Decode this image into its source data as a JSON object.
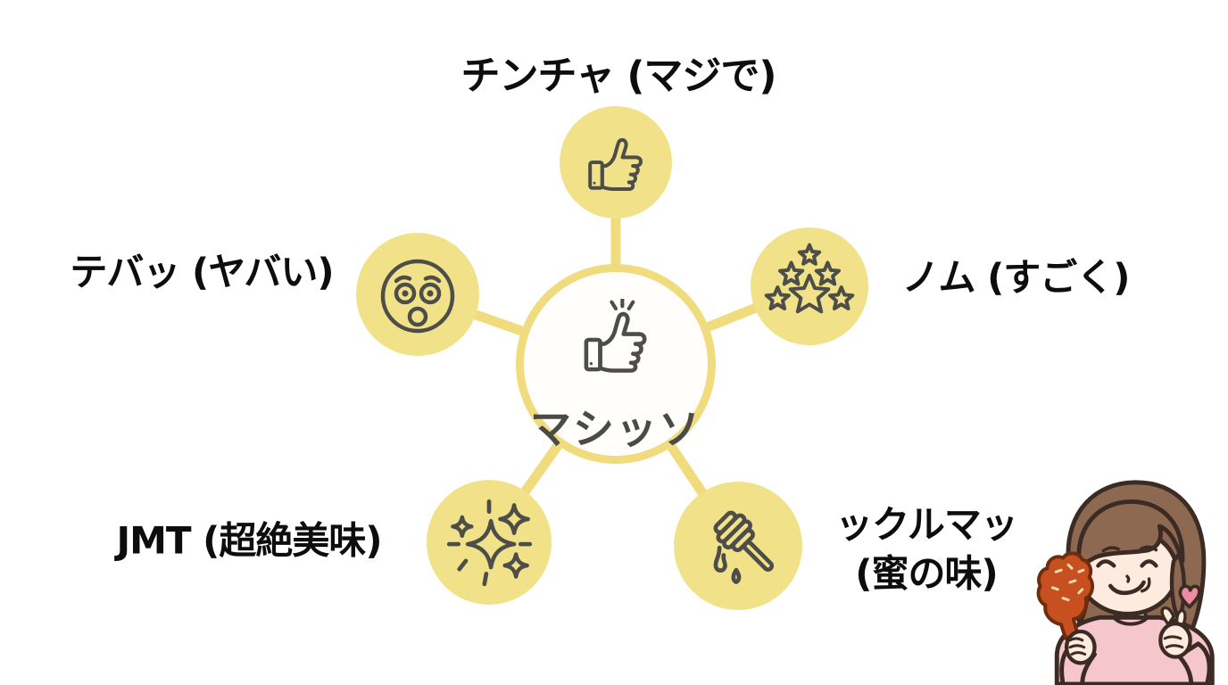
{
  "diagram": {
    "center": {
      "label": "マシッソ",
      "icon": "thumbs-up-click-icon"
    },
    "nodes": [
      {
        "label": "チンチャ (マジで)",
        "icon": "thumbs-up-icon",
        "position": "top"
      },
      {
        "label": "テバッ (ヤバい)",
        "icon": "surprised-face-icon",
        "position": "left"
      },
      {
        "label": "ノム (すごく)",
        "icon": "star-cluster-icon",
        "position": "right"
      },
      {
        "label": "JMT (超絶美味)",
        "icon": "sparkles-icon",
        "position": "bottom-left"
      },
      {
        "label": "ックルマッ",
        "label_line2": "(蜜の味)",
        "icon": "honey-dipper-icon",
        "position": "bottom-right"
      }
    ],
    "colors": {
      "background": "#ffffff",
      "node_fill": "#f1e289",
      "connector": "#f0dc7e",
      "icon_stroke": "#4d4d49",
      "label_text": "#0d0d0d",
      "center_text": "#4a4a47"
    }
  },
  "illustration": {
    "name": "woman-eating-fried-chicken-making-finger-heart",
    "colors": {
      "hair": "#8c6950",
      "skin": "#fdebe0",
      "shirt": "#f5c7cd",
      "chicken": "#c65020",
      "sprinkles": "#f4dca8",
      "heart": "#ec8ca3",
      "outline": "#3c2b24"
    }
  }
}
